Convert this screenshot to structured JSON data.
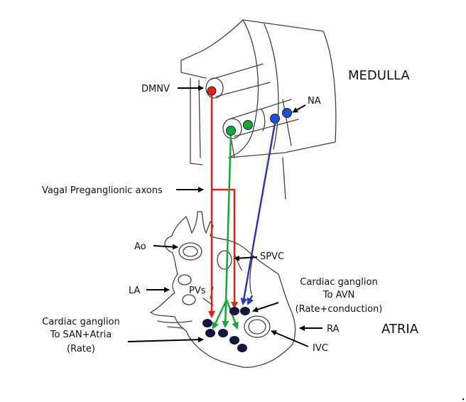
{
  "regions": {
    "medulla": "MEDULLA",
    "atria": "ATRIA"
  },
  "nuclei": {
    "dmnv": "DMNV",
    "na": "NA"
  },
  "labels": {
    "vagal": "Vagal Preganglionic axons",
    "ao": "Ao",
    "spvc": "SPVC",
    "la": "LA",
    "pvs": "PVs",
    "ra": "RA",
    "ivc": "IVC",
    "avn_line1": "Cardiac ganglion",
    "avn_line2": "To AVN",
    "avn_line3": "(Rate+conduction)",
    "san_line1": "Cardiac ganglion",
    "san_line2": "To SAN+Atria",
    "san_line3": "(Rate)"
  },
  "colors": {
    "dmnv_axon": "#e0241b",
    "na_green_axon": "#1aa53a",
    "na_blue_axon": "#2f3aa8",
    "ganglion": "#14163f",
    "nucleus_blue": "#1e4fd6"
  }
}
